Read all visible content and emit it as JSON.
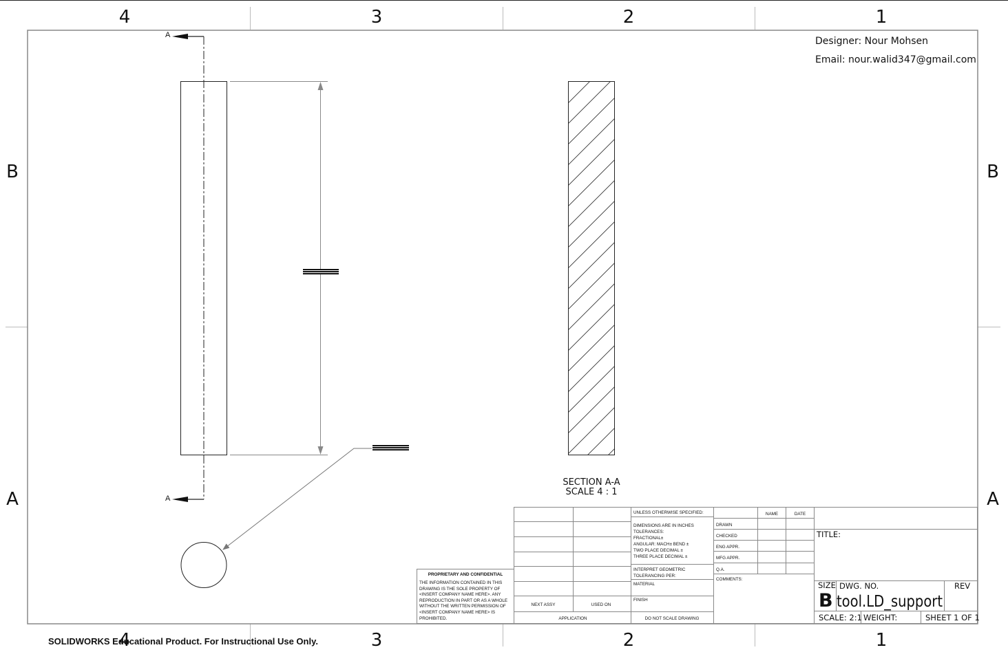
{
  "zones": {
    "top": [
      "4",
      "3",
      "2",
      "1"
    ],
    "bottom": [
      "4",
      "3",
      "2",
      "1"
    ],
    "left": [
      "B",
      "A"
    ],
    "right": [
      "B",
      "A"
    ]
  },
  "designer": {
    "name_line": "Designer: Nour Mohsen",
    "email_line": "Email: nour.walid347@gmail.com"
  },
  "section_arrows": {
    "top": "A",
    "bottom": "A"
  },
  "section_view": {
    "title": "SECTION A-A",
    "scale": "SCALE 4 : 1"
  },
  "proprietary": {
    "heading": "PROPRIETARY AND CONFIDENTIAL",
    "lines": [
      "THE INFORMATION CONTAINED IN THIS",
      "DRAWING IS THE SOLE PROPERTY OF",
      "<INSERT COMPANY NAME HERE>.  ANY",
      "REPRODUCTION IN PART OR AS A WHOLE",
      "WITHOUT THE WRITTEN PERMISSION OF",
      "<INSERT COMPANY NAME HERE> IS",
      "PROHIBITED."
    ]
  },
  "assembly": {
    "next_assy": "NEXT ASSY",
    "used_on": "USED ON",
    "application": "APPLICATION"
  },
  "tolerances": {
    "unless": "UNLESS OTHERWISE SPECIFIED:",
    "lines": [
      "DIMENSIONS ARE IN INCHES",
      "TOLERANCES:",
      "FRACTIONAL±",
      "ANGULAR: MACH±    BEND ±",
      "TWO PLACE DECIMAL    ±",
      "THREE PLACE DECIMAL  ±"
    ],
    "interpret_1": "INTERPRET GEOMETRIC",
    "interpret_2": "TOLERANCING PER:",
    "material": "MATERIAL",
    "finish": "FINISH",
    "do_not_scale": "DO NOT SCALE DRAWING"
  },
  "approvals": {
    "name_header": "NAME",
    "date_header": "DATE",
    "rows": [
      "DRAWN",
      "CHECKED",
      "ENG APPR.",
      "MFG APPR.",
      "Q.A."
    ],
    "comments": "COMMENTS:"
  },
  "title_block": {
    "title_label": "TITLE:",
    "size_label": "SIZE",
    "size_value": "B",
    "dwg_no_label": "DWG.  NO.",
    "dwg_no_value": "tool.LD_support",
    "rev_label": "REV",
    "scale": "SCALE: 2:1",
    "weight": "WEIGHT:",
    "sheet": "SHEET 1 OF 1"
  },
  "watermark": "SOLIDWORKS Educational Product. For Instructional Use Only."
}
